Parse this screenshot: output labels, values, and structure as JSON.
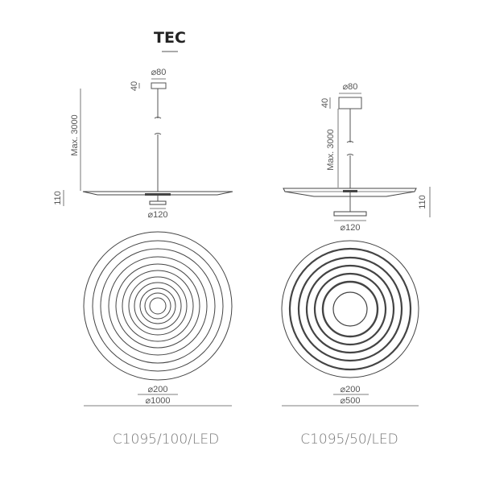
{
  "brand": "TEC",
  "left": {
    "code": "C1095/100/LED",
    "canopy_diameter": "⌀80",
    "canopy_height": "40",
    "cable_length": "Max. 3000",
    "lamp_height": "110",
    "driver_diameter": "⌀120",
    "inner_diameter": "⌀200",
    "outer_diameter": "⌀1000"
  },
  "right": {
    "code": "C1095/50/LED",
    "canopy_diameter": "⌀80",
    "canopy_height": "40",
    "cable_length": "Max. 3000",
    "lamp_height": "110",
    "driver_diameter": "⌀120",
    "inner_diameter": "⌀200",
    "outer_diameter": "⌀500"
  },
  "colors": {
    "line": "#555555",
    "ring": "#444444",
    "text": "#555555",
    "brand": "#222222"
  }
}
